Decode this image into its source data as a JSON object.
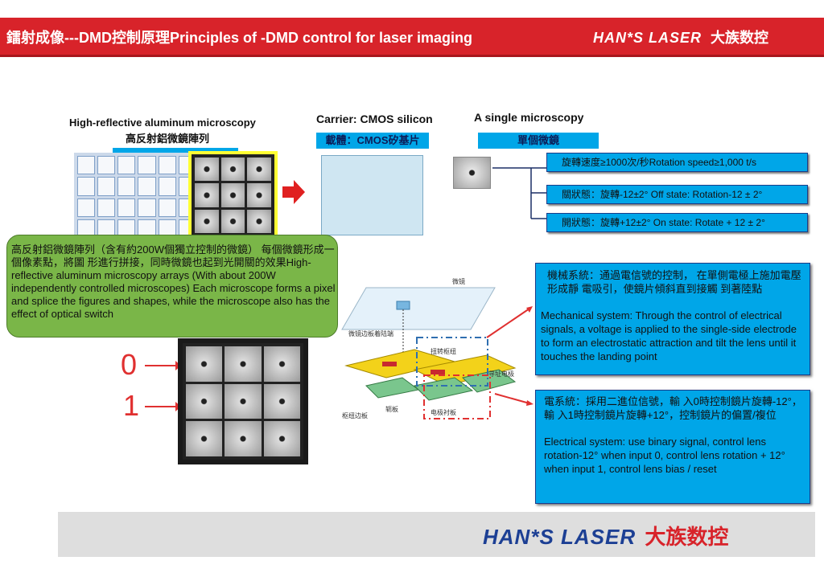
{
  "header": {
    "title": "鐳射成像---DMD控制原理Principles of -DMD control for laser imaging",
    "logo_en": "HAN*S LASER",
    "logo_cn": "大族数控"
  },
  "captions": {
    "array_en": "High-reflective aluminum microscopy",
    "array_cn": "高反射鋁微鏡陣列",
    "carrier_en": "Carrier: CMOS silicon",
    "carrier_cn": "載體：CMOS矽基片",
    "single_en": "A single microscopy",
    "single_cn": "單個微鏡"
  },
  "states": [
    "旋轉速度≥1000次/秒Rotation speed≥1,000 t/s",
    "關狀態：旋轉-12±2° Off state: Rotation-12 ± 2°",
    "開狀態：旋轉+12±2° On state: Rotate + 12 ± 2°"
  ],
  "array_note": "高反射鋁微鏡陣列（含有約200W個獨立控制的微鏡） 每個微鏡形成一個像素點，將圖 形進行拼接，同時微鏡也起到光開關的效果High-reflective aluminum microscopy arrays (With about 200W independently controlled microscopes) Each microscope forms a pixel and splice the figures and shapes, while the microscope also has the effect of optical switch",
  "digits": [
    "0",
    "1"
  ],
  "diagram_labels": {
    "mirror": "微镜",
    "landing_tip": "微镜边板着陆端",
    "torsion_hinge": "扭转枢纽",
    "address_electrode": "寻址电极",
    "hinge_plate": "枢纽边板",
    "yoke": "轭板",
    "electrode_pad": "电极衬板"
  },
  "mechanical": {
    "cn": "機械系統：通過電信號的控制， 在單側電極上施加電壓形成靜 電吸引，使鏡片傾斜直到接觸 到著陸點",
    "en": "Mechanical system: Through the control of electrical signals, a voltage is applied to the single-side electrode to form an electrostatic attraction and tilt the lens until it touches the landing point"
  },
  "electrical": {
    "cn": "電系統：採用二進位信號，輸 入0時控制鏡片旋轉-12°，輸 入1時控制鏡片旋轉+12°，控制鏡片的偏置/複位",
    "en": "Electrical system: use binary signal, control lens rotation-12° when input 0, control lens rotation + 12° when input 1, control lens bias / reset"
  },
  "footer": {
    "logo_en": "HAN*S LASER",
    "logo_cn": "大族数控"
  },
  "colors": {
    "header_red": "#d8232a",
    "box_blue": "#00a6e8",
    "note_green": "#7ab648",
    "arrow_red": "#e03030",
    "highlight_yellow": "#ffff33"
  }
}
